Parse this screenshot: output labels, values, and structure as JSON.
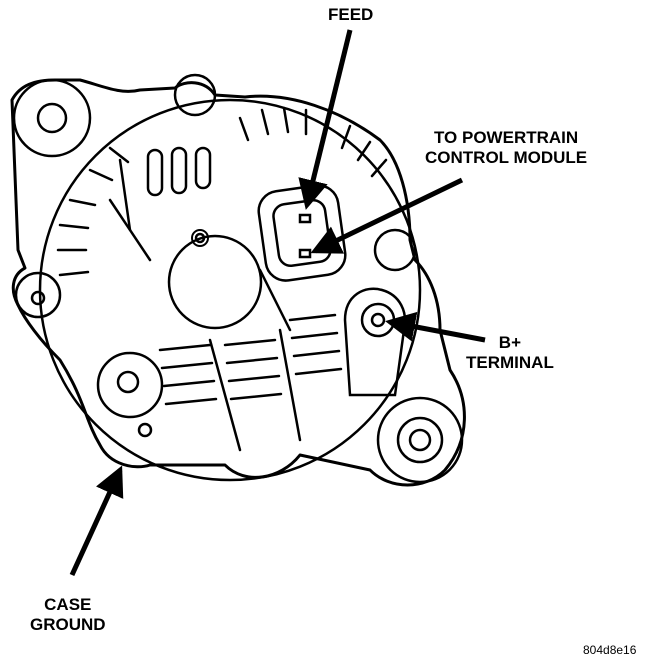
{
  "labels": {
    "feed": "FEED",
    "pcm_line1": "TO POWERTRAIN",
    "pcm_line2": "CONTROL MODULE",
    "bplus_line1": "B+",
    "bplus_line2": "TERMINAL",
    "case_line1": "CASE",
    "case_line2": "GROUND"
  },
  "figure_ref": "804d8e16",
  "colors": {
    "ink": "#000000",
    "paper": "#ffffff"
  }
}
